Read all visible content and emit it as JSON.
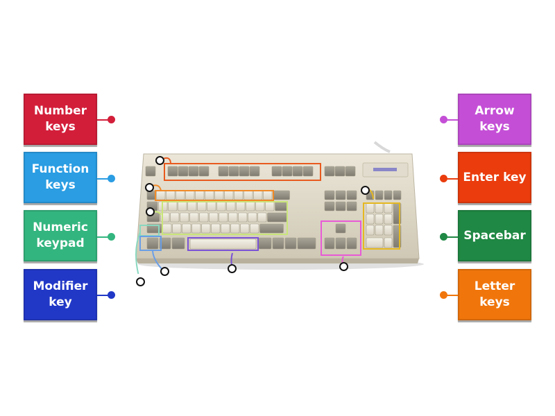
{
  "labels_left": [
    {
      "text": "Number keys",
      "color": "#d31e3a"
    },
    {
      "text": "Function keys",
      "color": "#2a9de3"
    },
    {
      "text": "Numeric keypad",
      "color": "#33b57f"
    },
    {
      "text": "Modifier key",
      "color": "#2138c7"
    }
  ],
  "labels_right": [
    {
      "text": "Arrow keys",
      "color": "#c44fd6"
    },
    {
      "text": "Enter key",
      "color": "#ea3c0d"
    },
    {
      "text": "Spacebar",
      "color": "#1f8844"
    },
    {
      "text": "Letter keys",
      "color": "#f0760c"
    }
  ],
  "image": {
    "subject": "keyboard-photo"
  }
}
